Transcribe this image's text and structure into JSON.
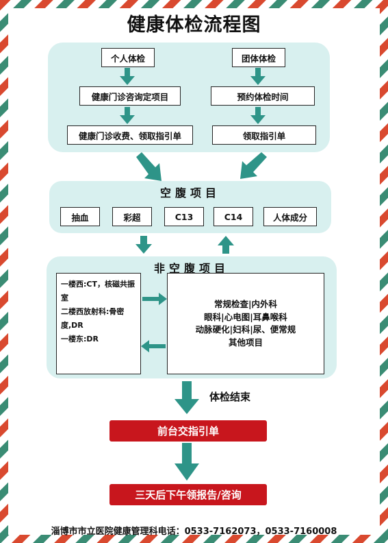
{
  "title": "健康体检流程图",
  "individual": {
    "start": "个人体检",
    "step1": "健康门诊咨询定项目",
    "step2": "健康门诊收费、领取指引单"
  },
  "group": {
    "start": "团体体检",
    "step1": "预约体检时间",
    "step2": "领取指引单"
  },
  "fasting": {
    "heading": "空腹项目",
    "items": [
      "抽血",
      "彩超",
      "C13",
      "C14",
      "人体成分"
    ]
  },
  "nonfasting": {
    "heading": "非空腹项目",
    "locations": [
      "一楼西:CT，核磁共振室",
      "二楼西放射科:骨密度,DR",
      "一楼东:DR"
    ],
    "items": [
      "常规检查|内外科",
      "眼科|心电图|耳鼻喉科",
      "动脉硬化|妇科|尿、便常规",
      "其他项目"
    ]
  },
  "end_label": "体检结束",
  "step_front_desk": "前台交指引单",
  "step_report": "三天后下午领报告/咨询",
  "footer": "淄博市市立医院健康管理科电话：0533-7162073，0533-7160008",
  "colors": {
    "panel": "#d8f0ef",
    "arrow": "#2e9488",
    "red_button": "#c8161d",
    "stripe_red": "#d9492f",
    "stripe_green": "#3a8c74"
  }
}
